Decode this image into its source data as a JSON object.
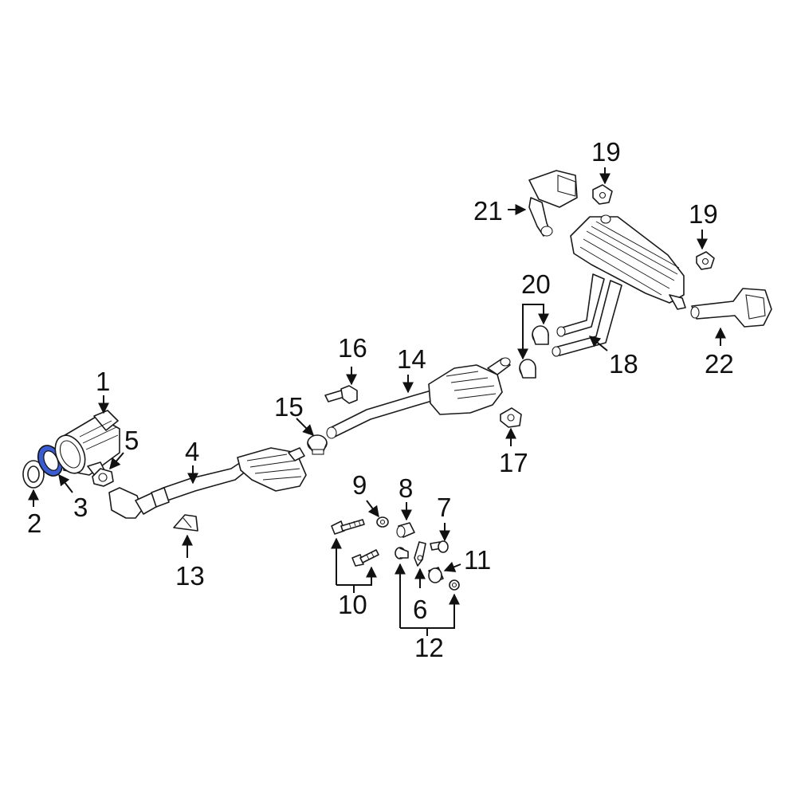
{
  "highlight_color": "#3b5bd1",
  "highlighted_part": "3",
  "callouts": {
    "c1": "1",
    "c2": "2",
    "c3": "3",
    "c4": "4",
    "c5": "5",
    "c6": "6",
    "c7": "7",
    "c8": "8",
    "c9": "9",
    "c10": "10",
    "c11": "11",
    "c12": "12",
    "c13": "13",
    "c14": "14",
    "c15": "15",
    "c16": "16",
    "c17": "17",
    "c18": "18",
    "c19a": "19",
    "c19b": "19",
    "c20": "20",
    "c21": "21",
    "c22": "22"
  }
}
